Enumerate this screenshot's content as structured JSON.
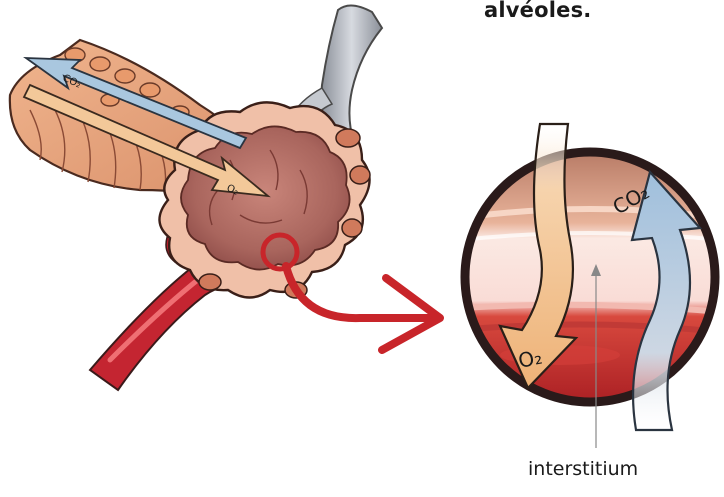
{
  "title": "alvéoles.",
  "labels": {
    "co2_small": "CO₂",
    "o2_small": "O₂",
    "co2_large": "CO₂",
    "o2_large": "O₂",
    "interstitium": "interstitium"
  },
  "colors": {
    "tissue": "#e8a985",
    "alveolus": "#b8746a",
    "artery": "#c42531",
    "vein": "#a9aeb8",
    "co2_arrow": "#a9c7df",
    "o2_arrow": "#f3c899",
    "pointer": "#c8252a"
  }
}
